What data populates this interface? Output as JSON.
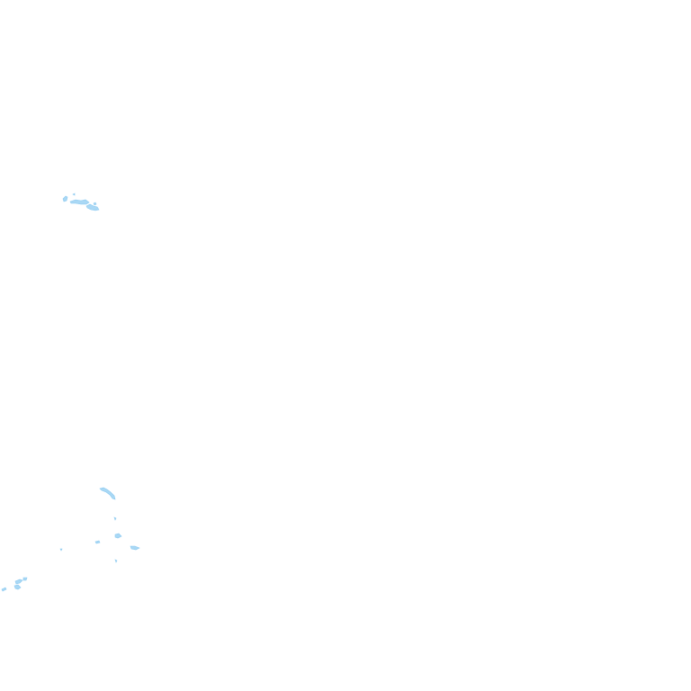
{
  "map": {
    "background_color": "#ffffff",
    "land_color": "#a9d8f5",
    "land_stroke": "#8ccaf0",
    "features": [
      {
        "name": "island-cluster-north"
      },
      {
        "name": "island-arc-southeast"
      },
      {
        "name": "islet-southeast-a"
      },
      {
        "name": "islet-southeast-b"
      },
      {
        "name": "islet-southeast-c"
      },
      {
        "name": "islet-southeast-d"
      },
      {
        "name": "island-cluster-southwest"
      }
    ]
  }
}
